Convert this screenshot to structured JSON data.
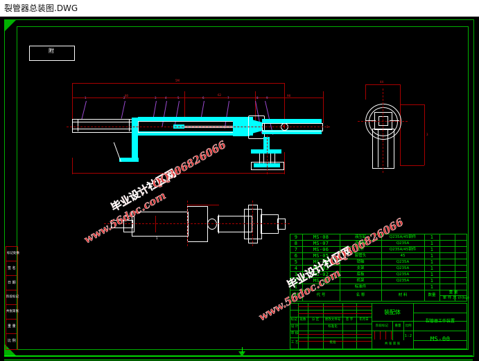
{
  "window": {
    "title": "裂管器总装图.DWG"
  },
  "drawing": {
    "frame_note": "附",
    "centering_mark": "▽",
    "left_margin_blocks": [
      "标记处数",
      "签 名",
      "日 期",
      "阶段标记",
      "共张第张",
      "重 量",
      "比 例"
    ],
    "watermarks": [
      {
        "text": "毕业设计社区网",
        "kind": "cn"
      },
      {
        "text": "QQ306826066",
        "kind": "en"
      },
      {
        "text": "www.56doc.com",
        "kind": "en"
      },
      {
        "text": "毕业设计社区网",
        "kind": "cn"
      },
      {
        "text": "QQ306826066",
        "kind": "en"
      },
      {
        "text": "www.56doc.com",
        "kind": "en"
      }
    ],
    "dimensions_main": [
      "5M",
      "80",
      "62",
      "98",
      "TM",
      "3"
    ],
    "dimensions_right": [
      "44",
      "3"
    ],
    "balloons": [
      "1",
      "2",
      "3",
      "4",
      "5",
      "6",
      "7",
      "8",
      "9"
    ]
  },
  "parts_list": {
    "headers": [
      "序号",
      "代 号",
      "名 称",
      "材 料",
      "数量",
      "单件",
      "总计",
      "备 注"
    ],
    "weight_group": "重 量",
    "weight_sub_left": "单 件",
    "weight_sub_right": "总 计(kg)",
    "rows": [
      {
        "no": "9",
        "code": "MS-08",
        "name": "液压缸",
        "material": "Q235A/45钢件",
        "qty": "1",
        "single": "",
        "total": "",
        "note": ""
      },
      {
        "no": "8",
        "code": "MS-07",
        "name": "连接板",
        "material": "Q235A",
        "qty": "1",
        "single": "",
        "total": "",
        "note": ""
      },
      {
        "no": "7",
        "code": "MS-06",
        "name": "拉杆",
        "material": "Q235A/45钢件",
        "qty": "1",
        "single": "",
        "total": "",
        "note": ""
      },
      {
        "no": "6",
        "code": "MS-05",
        "name": "裂管头",
        "material": "45",
        "qty": "1",
        "single": "",
        "total": "",
        "note": ""
      },
      {
        "no": "5",
        "code": "MS-04",
        "name": "销轴",
        "material": "Q235A",
        "qty": "1",
        "single": "",
        "total": "",
        "note": ""
      },
      {
        "no": "4",
        "code": "MS-03",
        "name": "支架",
        "material": "Q235A",
        "qty": "1",
        "single": "",
        "total": "",
        "note": ""
      },
      {
        "no": "3",
        "code": "MS-02",
        "name": "底板",
        "material": "Q235A",
        "qty": "1",
        "single": "",
        "total": "",
        "note": ""
      },
      {
        "no": "2",
        "code": "MS-01",
        "name": "机架",
        "material": "Q235A",
        "qty": "1",
        "single": "",
        "total": "",
        "note": ""
      },
      {
        "no": "1",
        "code": "",
        "name": "标准件",
        "material": "",
        "qty": "1",
        "single": "",
        "total": "",
        "note": ""
      }
    ]
  },
  "title_block": {
    "left_labels": [
      "标记",
      "处数",
      "分 区",
      "更改文件号",
      "签 字",
      "年月日"
    ],
    "rows": [
      {
        "label": "设 计",
        "mid": "标准化"
      },
      {
        "label": "审 核",
        "mid": ""
      },
      {
        "label": "工 艺",
        "mid": "批准"
      }
    ],
    "center_title": "装配体",
    "stage_label": "阶段标记",
    "mass_label": "重量",
    "scale_label": "比例",
    "scale_value": "1:2",
    "sheet_label": "共 张 第 张",
    "company": "裂管器工作装置",
    "drawing_no": "MS-00"
  }
}
